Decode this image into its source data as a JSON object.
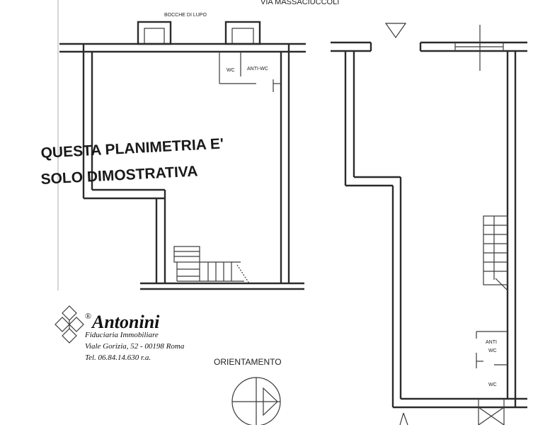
{
  "labels": {
    "street": "VIA MASSACIUCCOLI",
    "bocche": "BOCCHE DI LUPO",
    "wc_left": "WC",
    "antiwc_left": "ANTI-WC",
    "anti_right": "ANTI",
    "wc_right_1": "WC",
    "wc_right_2": "WC",
    "orientamento": "ORIENTAMENTO"
  },
  "stamp": {
    "line1": "QUESTA PLANIMETRIA E'",
    "line2": "SOLO  DIMOSTRATIVA"
  },
  "agency": {
    "registered": "®",
    "name": "Antonini",
    "subtitle": "Fiduciaria Immobiliare",
    "address": "Viale Gorizia, 52 - 00198 Roma",
    "phone": "Tel. 06.84.14.630 r.a."
  },
  "icons": {
    "logo": "antonini-logo-icon",
    "compass": "compass-icon",
    "north_marker": "triangle-marker-icon"
  }
}
